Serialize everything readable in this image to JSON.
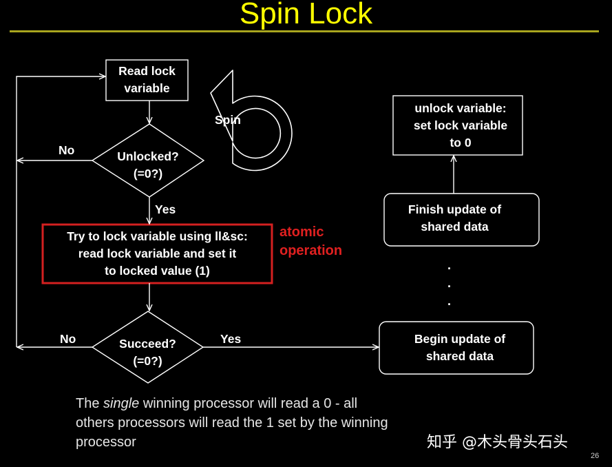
{
  "title": "Spin Lock",
  "nodes": {
    "read_lock": "Read lock\nvariable",
    "unlocked": "Unlocked?\n(=0?)",
    "try_lock": "Try to lock variable using ll&sc:\nread lock variable and set it\nto locked value (1)",
    "succeed": "Succeed?\n(=0?)",
    "begin_update": "Begin update of\nshared data",
    "finish_update": "Finish update of\nshared data",
    "unlock": "unlock variable:\nset lock variable\nto 0"
  },
  "edges": {
    "unlocked_no": "No",
    "unlocked_yes": "Yes",
    "succeed_no": "No",
    "succeed_yes": "Yes"
  },
  "spin_label": "Spin",
  "atomic_label": "atomic\noperation",
  "ellipsis": ". . .",
  "caption": {
    "part1": "The ",
    "emphasis": "single",
    "part2": " winning processor will read a 0 - all others processors will read the 1 set by the winning processor"
  },
  "watermark": "知乎 @木头骨头石头",
  "page_number": "26",
  "colors": {
    "background": "#000000",
    "title": "#ffff00",
    "title_rule": "#a8a51e",
    "accent_red": "#e02020",
    "foreground": "#ffffff"
  }
}
